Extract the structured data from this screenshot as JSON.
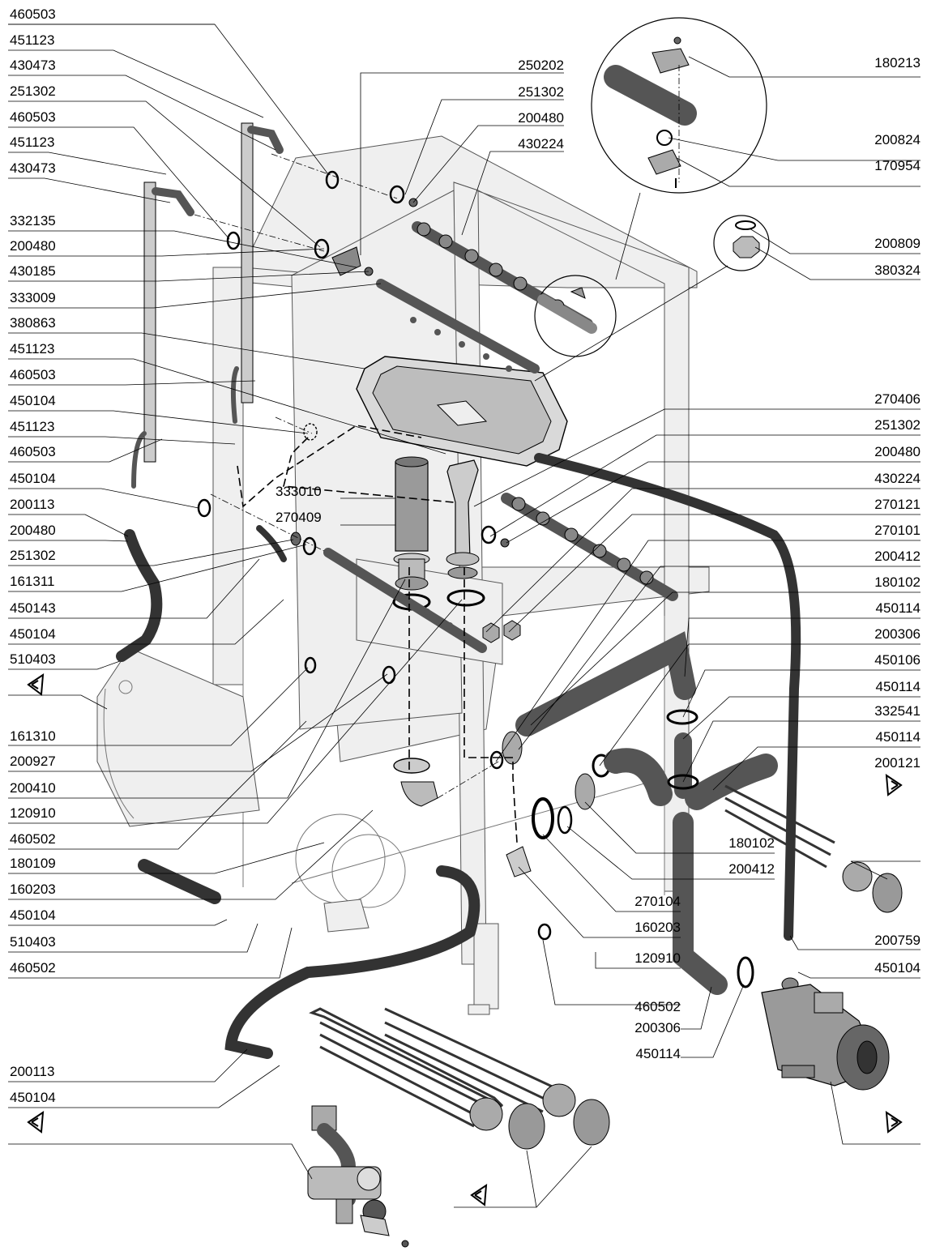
{
  "labels_left": [
    "460503",
    "451123",
    "430473",
    "251302",
    "460503",
    "451123",
    "430473",
    "332135",
    "200480",
    "430185",
    "333009",
    "380863",
    "451123",
    "460503",
    "450104",
    "451123",
    "460503",
    "450104",
    "200113",
    "200480",
    "251302",
    "161311",
    "450143",
    "450104",
    "510403",
    "161310",
    "200927",
    "200410",
    "120910",
    "460502",
    "180109",
    "160203",
    "450104",
    "510403",
    "460502",
    "200113",
    "450104"
  ],
  "labels_center_top": [
    "250202",
    "251302",
    "200480",
    "430224"
  ],
  "labels_center": [
    "333010",
    "270409"
  ],
  "labels_right_top": [
    "180213",
    "200824",
    "170954",
    "200809",
    "380324"
  ],
  "labels_right": [
    "270406",
    "251302",
    "200480",
    "430224",
    "270121",
    "270101",
    "200412",
    "180102",
    "450114",
    "200306",
    "450106",
    "450114",
    "332541",
    "450114",
    "200121"
  ],
  "labels_bottom_mid": [
    "180102",
    "200412",
    "270104",
    "160203",
    "120910",
    "460502",
    "200306",
    "450114"
  ],
  "labels_bottom_right": [
    "200759",
    "450104"
  ],
  "icons": [
    "rotate-reference-icon",
    "rotate-reference-icon",
    "rotate-reference-icon",
    "rotate-reference-icon"
  ],
  "colors": {
    "line": "#000000",
    "ghost_fill": "#efefef",
    "hose": "#333333"
  }
}
